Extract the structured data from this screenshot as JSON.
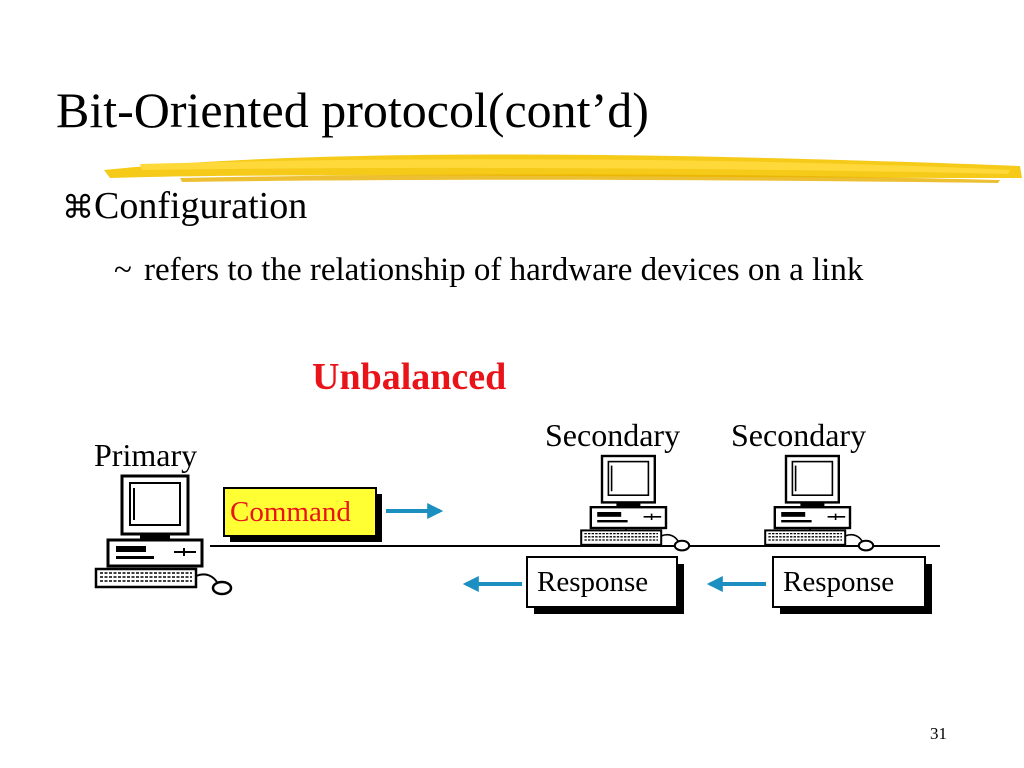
{
  "title": "Bit-Oriented protocol(cont’d)",
  "bullets": {
    "level1_glyph": "⌘",
    "level1_text": "Configuration",
    "level2_glyph": "~",
    "level2_text": "refers to the relationship of hardware devices on a link"
  },
  "diagram": {
    "heading": "Unbalanced",
    "primary_label": "Primary",
    "secondary_labels": [
      "Secondary",
      "Secondary"
    ],
    "command_label": "Command",
    "response_labels": [
      "Response",
      "Response"
    ],
    "colors": {
      "heading": "#e8141a",
      "command_fill": "#ffff33",
      "command_text": "#e8141a",
      "arrow": "#1a8fc0",
      "brush": "#f4c400"
    },
    "icons": [
      "primary-computer-icon",
      "secondary-computer-icon",
      "secondary-computer-icon"
    ]
  },
  "page_number": "31"
}
